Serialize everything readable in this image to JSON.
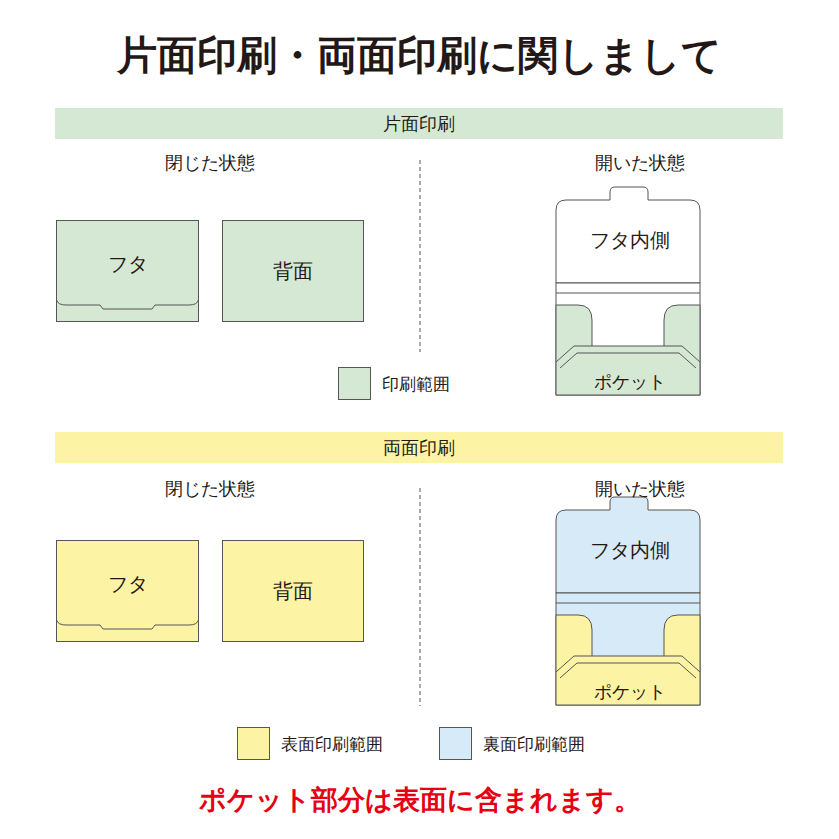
{
  "diagram": {
    "title": "片面印刷・両面印刷に関しまして",
    "caption": "ポケット部分は表面に含まれます。",
    "nodes": [
      {
        "text": [
          "片面印刷"
        ]
      },
      {
        "text": [
          "フタ"
        ]
      },
      {
        "text": [
          "背面"
        ]
      },
      {
        "text": [
          "フタ内側"
        ]
      },
      {
        "text": [
          "ポケット"
        ]
      },
      {
        "text": [
          "両面印刷"
        ]
      },
      {
        "text": [
          "フタ"
        ]
      },
      {
        "text": [
          "背面"
        ]
      },
      {
        "text": [
          "フタ内側"
        ]
      },
      {
        "text": [
          "ポケット"
        ]
      }
    ],
    "labels": [
      "閉じた状態",
      "開いた状態",
      "閉じた状態",
      "開いた状態"
    ],
    "legend": [
      {
        "text": "印刷範囲",
        "color": "#d5e8d4"
      },
      {
        "text": "表面印刷範囲",
        "color": "#fcf4a4"
      },
      {
        "text": "裏面印刷範囲",
        "color": "#d6eaf7"
      }
    ]
  }
}
